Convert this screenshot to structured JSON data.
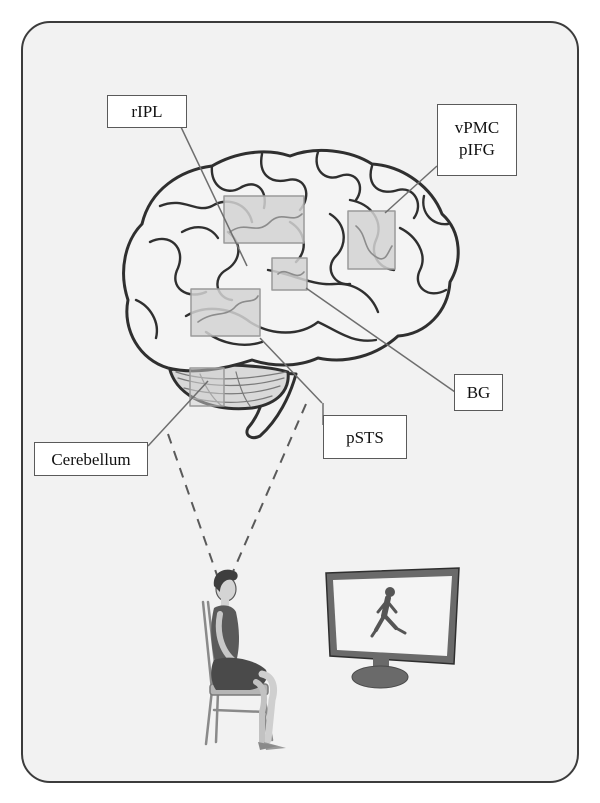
{
  "labels": {
    "ripl": "rIPL",
    "vpmc": "vPMC",
    "pifg": "pIFG",
    "bg": "BG",
    "psts": "pSTS",
    "cerebellum": "Cerebellum"
  },
  "icons": {
    "brain": "brain-icon",
    "person": "seated-person-icon",
    "monitor": "monitor-icon",
    "walker": "walking-figure-icon"
  },
  "colors": {
    "background": "#f2f2f2",
    "frame": "#3c3c3c",
    "region_fill": "#d4d4d4",
    "connector": "#6e6e6e"
  }
}
